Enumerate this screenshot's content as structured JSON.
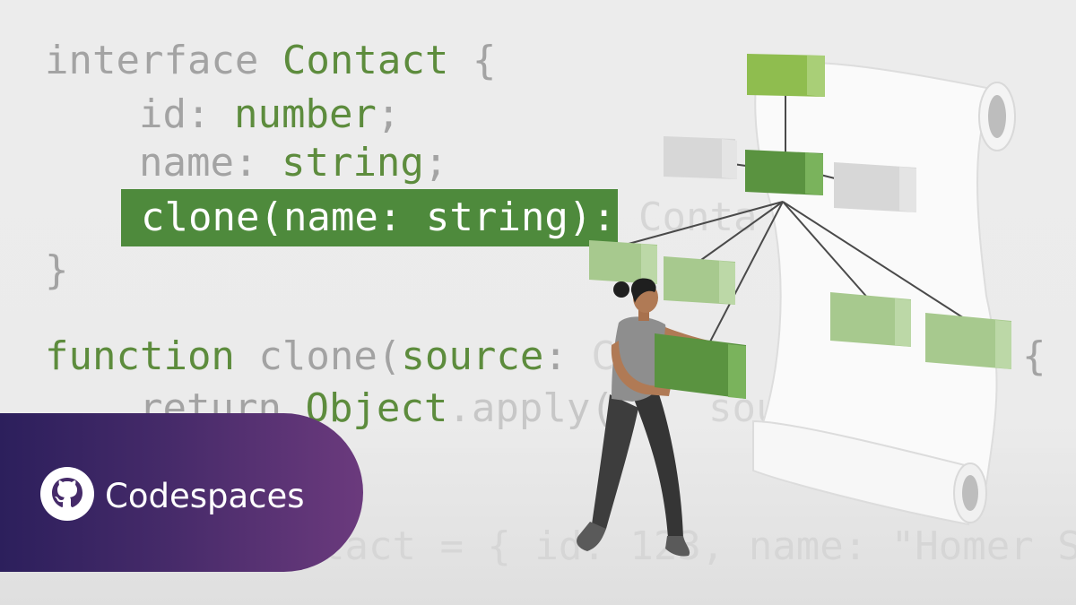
{
  "code": {
    "line1": {
      "keyword": "interface",
      "name": "Contact",
      "brace": "{"
    },
    "line2": {
      "prop": "id",
      "colon": ":",
      "type": "number",
      "semi": ";"
    },
    "line3": {
      "prop": "name",
      "colon": ":",
      "type": "string",
      "semi": ";"
    },
    "line4": {
      "highlighted": "clone(name: string):",
      "faded": "Conta"
    },
    "line5": {
      "brace": "}"
    },
    "line6": {
      "keyword": "function",
      "name": "clone",
      "paren": "(",
      "param": "source",
      "colon": ":",
      "faded": "C       t):",
      "brace": "{"
    },
    "line7": {
      "keyword": "return",
      "obj": "Object",
      "method": ".apply(",
      "faded": "sou"
    },
    "line8": {
      "faded": "tact = { id: 123, name: \"Homer S"
    }
  },
  "badge": {
    "label": "Codespaces",
    "logo_icon": "github-icon"
  },
  "illustration": {
    "subject": "person carrying a block toward a scroll diagram",
    "colors": {
      "green_dark": "#5c9641",
      "green_light": "#9cc285",
      "grey_block": "#d6d6d6",
      "highlight": "#4e8a3c"
    }
  }
}
